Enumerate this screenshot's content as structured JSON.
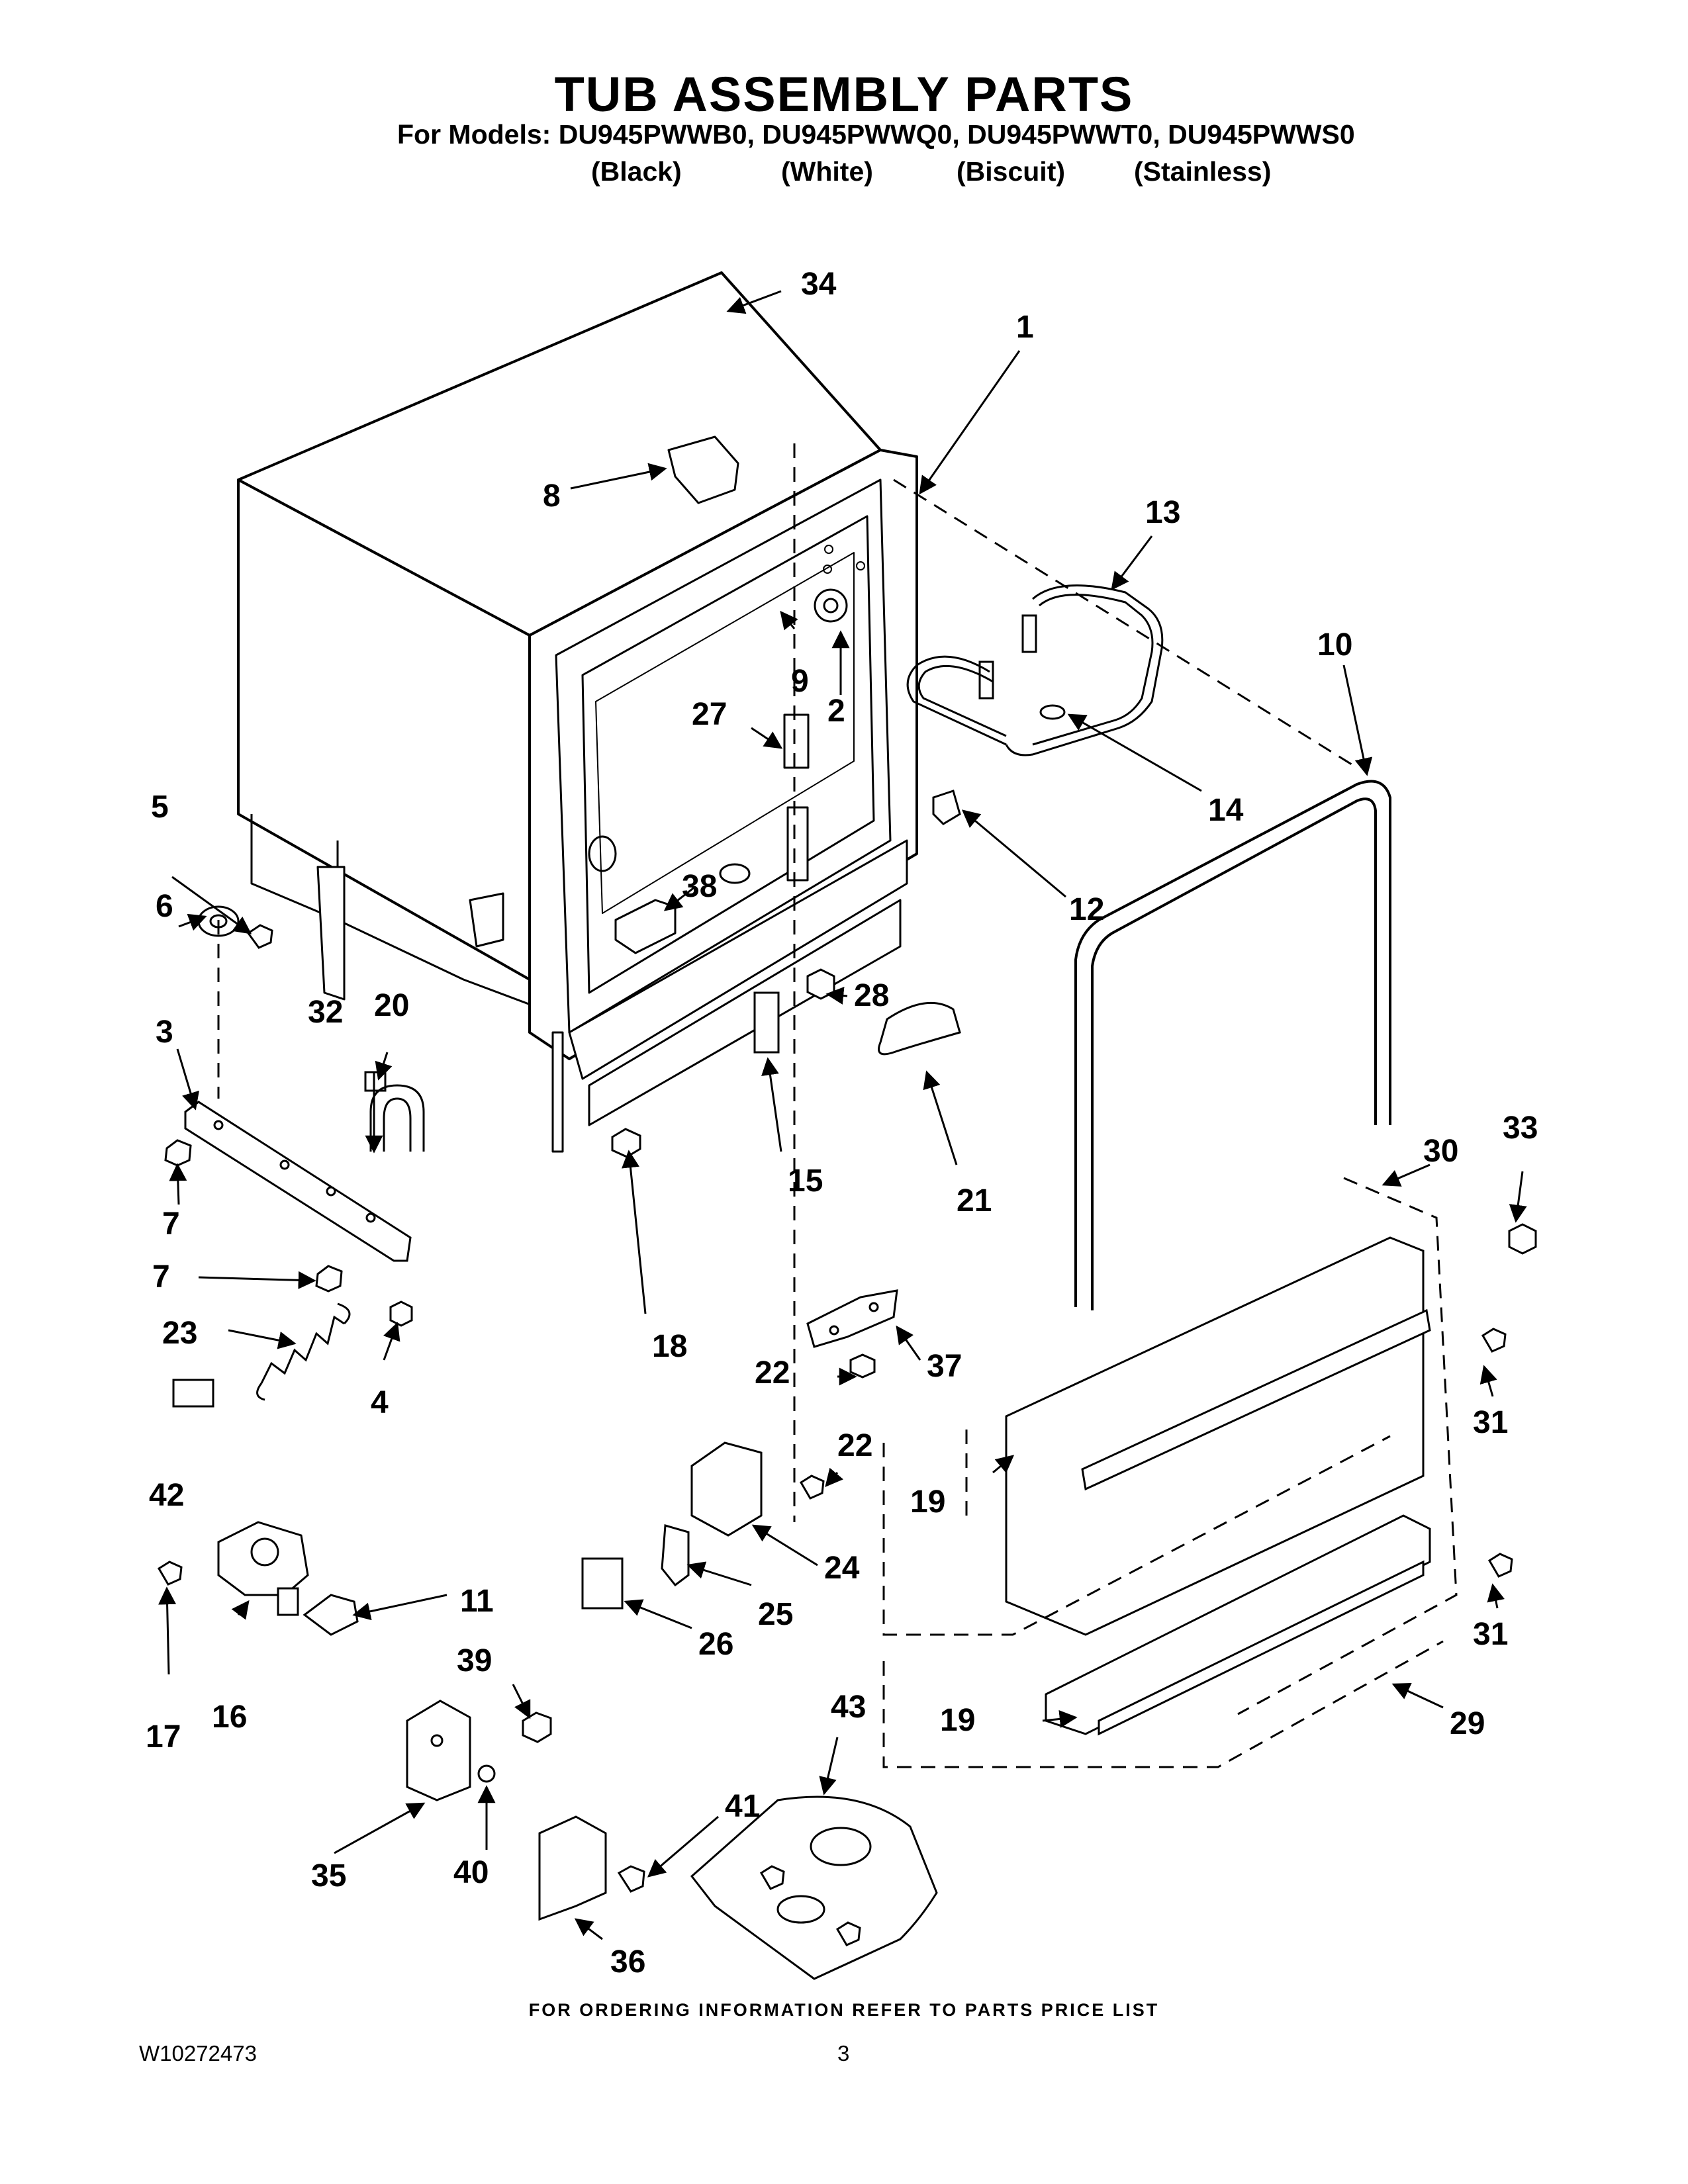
{
  "header": {
    "title": "TUB ASSEMBLY PARTS",
    "models_line": "For Models: DU945PWWB0, DU945PWWQ0, DU945PWWT0, DU945PWWS0",
    "variants": [
      "(Black)",
      "(White)",
      "(Biscuit)",
      "(Stainless)"
    ]
  },
  "callouts": {
    "c1": "1",
    "c2": "2",
    "c3": "3",
    "c4": "4",
    "c5": "5",
    "c6": "6",
    "c7a": "7",
    "c7b": "7",
    "c8": "8",
    "c9": "9",
    "c10": "10",
    "c11": "11",
    "c12": "12",
    "c13": "13",
    "c14": "14",
    "c15": "15",
    "c16": "16",
    "c17": "17",
    "c18": "18",
    "c19a": "19",
    "c19b": "19",
    "c20": "20",
    "c21": "21",
    "c22a": "22",
    "c22b": "22",
    "c23": "23",
    "c24": "24",
    "c25": "25",
    "c26": "26",
    "c27": "27",
    "c28": "28",
    "c29": "29",
    "c30": "30",
    "c31a": "31",
    "c31b": "31",
    "c32": "32",
    "c33": "33",
    "c34": "34",
    "c35": "35",
    "c36": "36",
    "c37": "37",
    "c38": "38",
    "c39": "39",
    "c40": "40",
    "c41": "41",
    "c42": "42",
    "c43": "43"
  },
  "footer": {
    "ordering_note": "FOR ORDERING INFORMATION REFER TO PARTS PRICE LIST",
    "document_number": "W10272473",
    "page_number": "3"
  }
}
